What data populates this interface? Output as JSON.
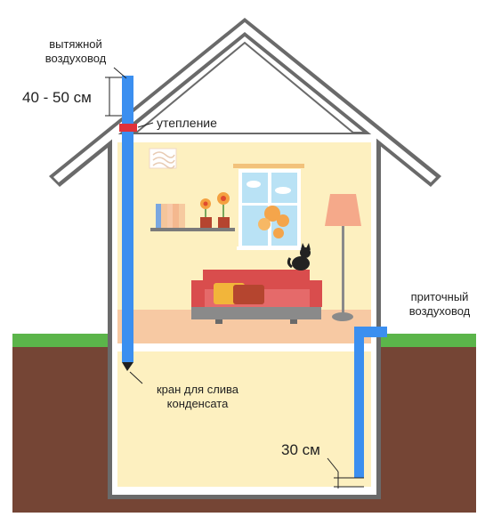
{
  "labels": {
    "exhaust_duct_line1": "вытяжной",
    "exhaust_duct_line2": "воздуховод",
    "height_above_roof": "40 - 50 см",
    "insulation": "утепление",
    "condensate_tap_line1": "кран для слива",
    "condensate_tap_line2": "конденсата",
    "supply_duct_line1": "приточный",
    "supply_duct_line2": "воздуховод",
    "supply_height": "30 см"
  },
  "colors": {
    "duct_blue": "#3b8ff0",
    "insulation_red": "#e0313a",
    "ground_brown": "#754535",
    "grass_green": "#5bb54a",
    "room_yellow": "#fdf0c0",
    "wall_grey": "#6a6a6a",
    "sofa_red": "#d94d4d",
    "floor_orange": "#f7c9a3"
  },
  "icons": [
    "cat-icon",
    "flower-icon",
    "lamp-icon",
    "window-icon",
    "sofa-icon",
    "vent-grille-icon"
  ]
}
